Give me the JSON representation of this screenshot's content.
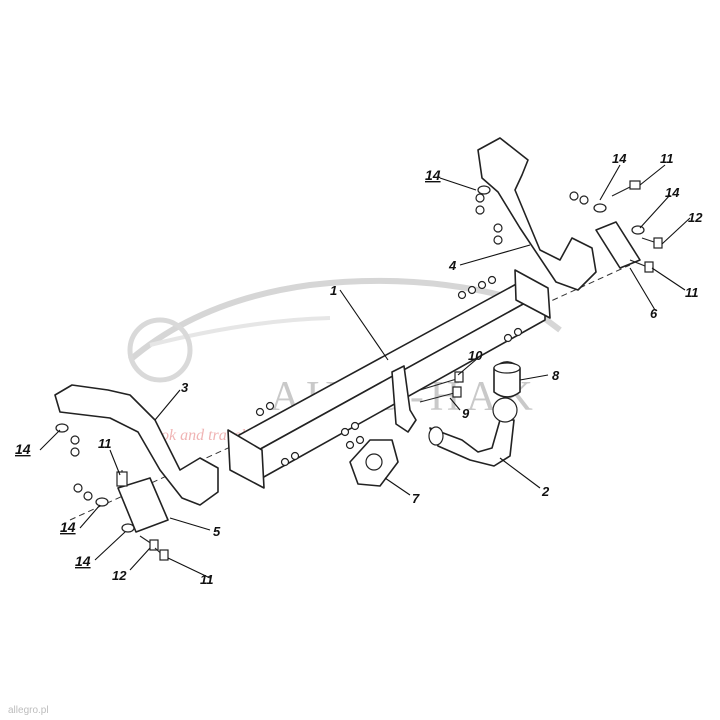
{
  "watermark": {
    "brand": "AUTO-HAK",
    "tagline": "hook and travel"
  },
  "footer": {
    "source": "allegro.pl"
  },
  "labels": [
    {
      "id": "1",
      "text": "1"
    },
    {
      "id": "2",
      "text": "2"
    },
    {
      "id": "3",
      "text": "3"
    },
    {
      "id": "4",
      "text": "4"
    },
    {
      "id": "5",
      "text": "5"
    },
    {
      "id": "6",
      "text": "6"
    },
    {
      "id": "7",
      "text": "7"
    },
    {
      "id": "8",
      "text": "8"
    },
    {
      "id": "9",
      "text": "9"
    },
    {
      "id": "10",
      "text": "10"
    },
    {
      "id": "11a",
      "text": "11"
    },
    {
      "id": "11b",
      "text": "11"
    },
    {
      "id": "11c",
      "text": "11"
    },
    {
      "id": "11d",
      "text": "11"
    },
    {
      "id": "12a",
      "text": "12"
    },
    {
      "id": "12b",
      "text": "12"
    },
    {
      "id": "14a",
      "text": "14"
    },
    {
      "id": "14b",
      "text": "14"
    },
    {
      "id": "14c",
      "text": "14"
    },
    {
      "id": "14d",
      "text": "14"
    },
    {
      "id": "14e",
      "text": "14"
    },
    {
      "id": "14f",
      "text": "14"
    }
  ]
}
